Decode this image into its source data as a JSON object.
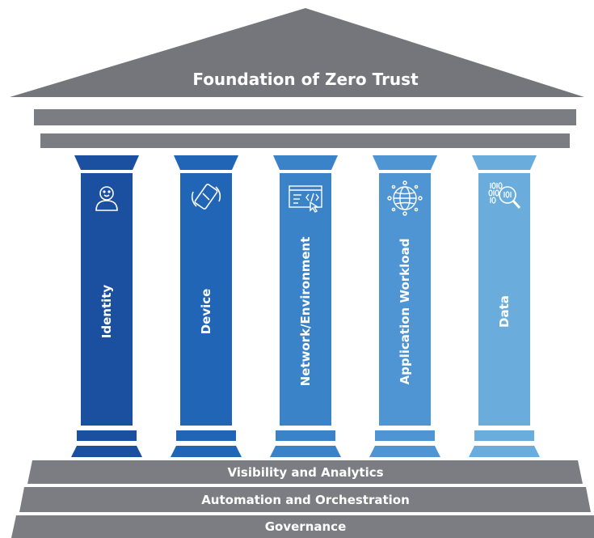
{
  "title": "Foundation of Zero Trust",
  "pillars": [
    {
      "label": "Identity",
      "icon": "user-icon",
      "color": "#1b4fa0"
    },
    {
      "label": "Device",
      "icon": "device-icon",
      "color": "#2166b6"
    },
    {
      "label": "Network/Environment",
      "icon": "network-code-icon",
      "color": "#3a83c9"
    },
    {
      "label": "Application Workload",
      "icon": "globe-network-icon",
      "color": "#4f95d3"
    },
    {
      "label": "Data",
      "icon": "binary-magnifier-icon",
      "color": "#6aaddc"
    }
  ],
  "foundation_layers": [
    {
      "label": "Visibility and Analytics"
    },
    {
      "label": "Automation and Orchestration"
    },
    {
      "label": "Governance"
    }
  ],
  "colors": {
    "roof_gray": "#75767b",
    "band_gray": "#7c7d82",
    "text_white": "#ffffff"
  }
}
